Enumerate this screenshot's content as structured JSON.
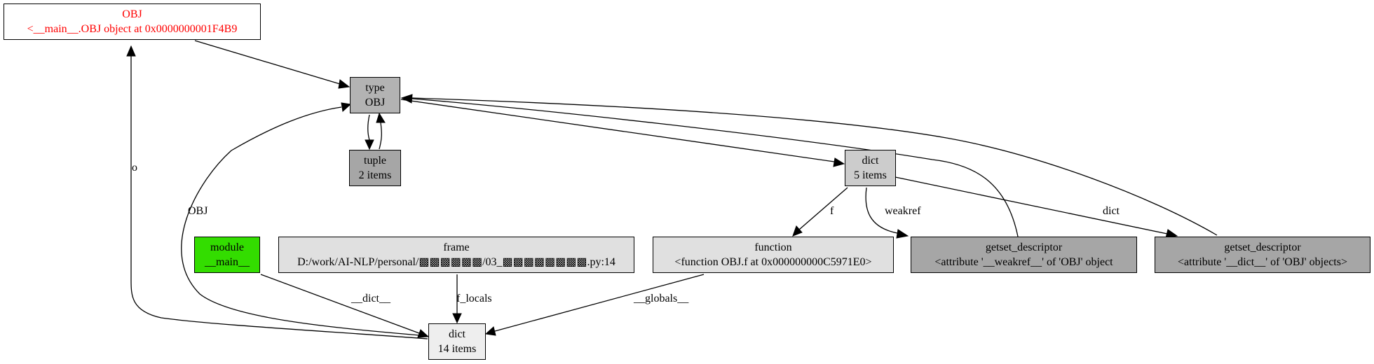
{
  "nodes": {
    "obj": {
      "line1": "OBJ",
      "line2": "<__main__.OBJ object at 0x0000000001F4B9",
      "fill": "#ffffff",
      "text_color": "#ff0000"
    },
    "type_obj": {
      "line1": "type",
      "line2": "OBJ",
      "fill": "#b3b3b3"
    },
    "tuple": {
      "line1": "tuple",
      "line2": "2 items",
      "fill": "#a6a6a6"
    },
    "dict5": {
      "line1": "dict",
      "line2": "5 items",
      "fill": "#cccccc"
    },
    "module": {
      "line1": "module",
      "line2": "__main__",
      "fill": "#33dd00"
    },
    "frame": {
      "line1": "frame",
      "line2": "D:/work/AI-NLP/personal/▩▩▩▩▩▩/03_▩▩▩▩▩▩▩▩.py:14",
      "fill": "#e0e0e0"
    },
    "function": {
      "line1": "function",
      "line2": "<function OBJ.f at 0x000000000C5971E0>",
      "fill": "#e0e0e0"
    },
    "getset_weakref": {
      "line1": "getset_descriptor",
      "line2": "<attribute '__weakref__' of 'OBJ' object",
      "fill": "#a6a6a6"
    },
    "getset_dict": {
      "line1": "getset_descriptor",
      "line2": "<attribute '__dict__' of 'OBJ' objects>",
      "fill": "#a6a6a6"
    },
    "dict14": {
      "line1": "dict",
      "line2": "14 items",
      "fill": "#eeeeee"
    }
  },
  "edge_labels": {
    "o": "o",
    "obj_ref": "OBJ",
    "f": "f",
    "weakref": "weakref",
    "dict": "dict",
    "dunder_dict": "__dict__",
    "f_locals": "f_locals",
    "globals": "__globals__"
  },
  "colors": {
    "edge": "#000000",
    "border": "#000000"
  }
}
